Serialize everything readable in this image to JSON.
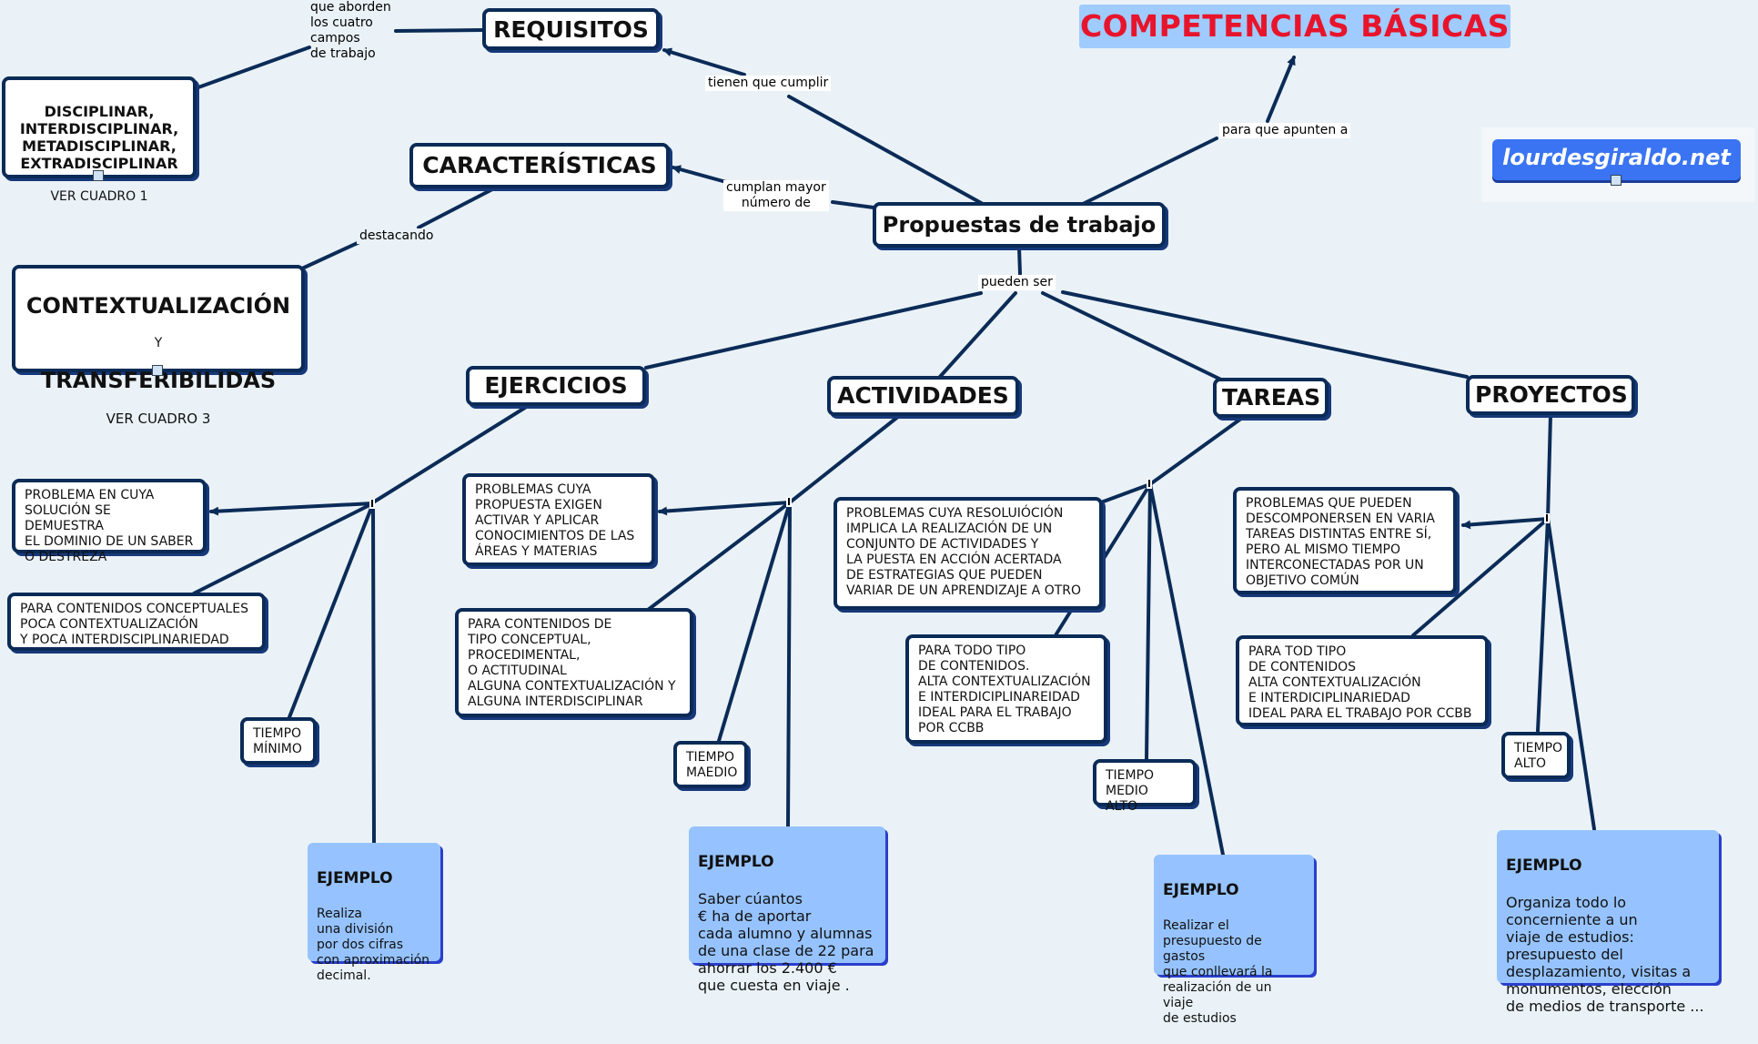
{
  "header": {
    "title": "COMPETENCIAS BÁSICAS",
    "website": "lourdesgiraldo.net"
  },
  "colors": {
    "title_bg": "#9fcbff",
    "title_text": "#e8142b",
    "node_border": "#0b2b57",
    "example_bg": "#96c3ff",
    "website_bg": "#3a74f2",
    "link": "#0b2b57"
  },
  "center": {
    "label": "Propuestas de trabajo"
  },
  "requisitos": {
    "label": "REQUISITOS",
    "link_label": "tienen que cumplir",
    "note": "que aborden\nlos cuatro\ncampos\nde trabajo",
    "disciplinar": "DISCIPLINAR,\nINTERDISCIPLINAR,\nMETADISCIPLINAR,\nEXTRADISCIPLINAR",
    "disciplinar_ref": "VER CUADRO 1"
  },
  "caracteristicas": {
    "label": "CARACTERÍSTICAS",
    "link_label": "cumplan mayor\nnúmero de",
    "destacando": "destacando",
    "context_title1": "CONTEXTUALIZACIÓN",
    "context_y": "Y",
    "context_title2": "TRANSFERIBILIDAS",
    "context_ref": "VER CUADRO 3"
  },
  "competencias_link": "para que apunten a",
  "pueden_ser": "pueden ser",
  "ejercicios": {
    "label": "EJERCICIOS",
    "def": "PROBLEMA EN CUYA\nSOLUCIÓN SE DEMUESTRA\nEL DOMINIO DE UN SABER\n O DESTREZA",
    "contenidos": "PARA CONTENIDOS CONCEPTUALES\nPOCA CONTEXTUALIZACIÓN\nY POCA INTERDISCIPLINARIEDAD",
    "tiempo": "TIEMPO\nMÍNIMO",
    "ejemplo_title": "EJEMPLO",
    "ejemplo_text": "Realiza\nuna división\npor dos cifras\ncon aproximación\ndecimal."
  },
  "actividades": {
    "label": "ACTIVIDADES",
    "def": "PROBLEMAS CUYA\nPROPUESTA EXIGEN\nACTIVAR Y APLICAR\nCONOCIMIENTOS DE LAS\nÁREAS Y MATERIAS",
    "contenidos": "PARA CONTENIDOS DE\nTIPO CONCEPTUAL,\nPROCEDIMENTAL,\n O ACTITUDINAL\nALGUNA CONTEXTUALIZACIÓN Y\nALGUNA INTERDISCIPLINAR",
    "tiempo": "TIEMPO\nMAEDIO",
    "ejemplo_title": "EJEMPLO",
    "ejemplo_text": "Saber cúantos\n€ ha de aportar\ncada alumno y alumnas\nde una clase de 22 para\nahorrar los 2.400 €\nque cuesta en viaje ."
  },
  "tareas": {
    "label": "TAREAS",
    "def": "PROBLEMAS CUYA RESOLUIÓCIÓN\nIMPLICA LA REALIZACIÓN DE UN\nCONJUNTO DE ACTIVIDADES Y\nLA PUESTA EN ACCIÓN  ACERTADA\nDE ESTRATEGIAS QUE PUEDEN\nVARIAR DE UN APRENDIZAJE A OTRO",
    "contenidos": "PARA TODO TIPO\nDE CONTENIDOS.\nALTA CONTEXTUALIZACIÓN\nE INTERDICIPLINAREIDAD\nIDEAL PARA EL TRABAJO\nPOR CCBB",
    "tiempo": "TIEMPO\nMEDIO ALTO",
    "ejemplo_title": "EJEMPLO",
    "ejemplo_text": "Realizar el\npresupuesto de gastos\nque conllevará la\nrealización de un viaje\nde estudios"
  },
  "proyectos": {
    "label": "PROYECTOS",
    "def": "PROBLEMAS QUE PUEDEN\nDESCOMPONERSEN EN VARIA\nTAREAS DISTINTAS ENTRE SÍ,\nPERO AL MISMO TIEMPO\nINTERCONECTADAS POR UN\nOBJETIVO COMÚN",
    "contenidos": "PARA TOD TIPO\nDE CONTENIDOS\nALTA CONTEXTUALIZACIÓN\nE INTERDICIPLINARIEDAD\nIDEAL PARA EL TRABAJO POR CCBB",
    "tiempo": "TIEMPO\nALTO",
    "ejemplo_title": "EJEMPLO",
    "ejemplo_text": "Organiza  todo lo\n concerniente  a un\n viaje de estudios:\npresupuesto del\n desplazamiento, visitas a\nmonumentos, elección\n de medios de transporte ..."
  },
  "junction_glyph": "I"
}
